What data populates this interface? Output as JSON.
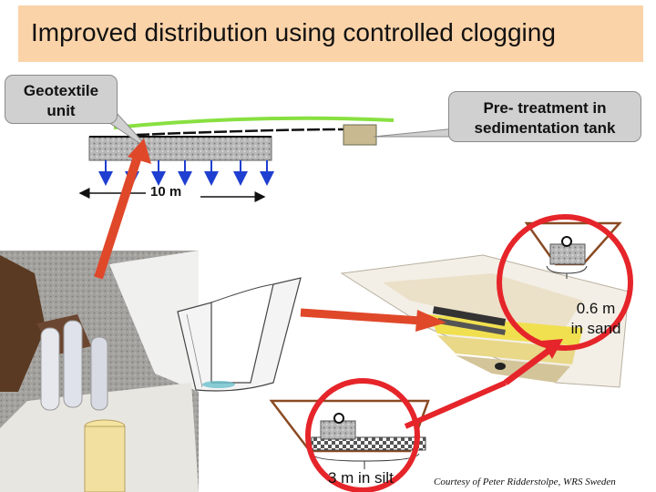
{
  "title": "Improved distribution using controlled clogging",
  "callouts": {
    "geotextile": [
      "Geotextile",
      "unit"
    ],
    "pretreatment": [
      "Pre- treatment in",
      "sedimentation tank"
    ]
  },
  "labels": {
    "distance": "10 m",
    "sand": [
      "0.6 m",
      "in sand"
    ],
    "silt": "3 m in silt"
  },
  "credit": "Courtesy of Peter Ridderstolpe, WRS Sweden",
  "colors": {
    "title_bg": "#fbd3a8",
    "callout_bg": "#d0d0d0",
    "arrow_red": "#e0482a",
    "circle_red": "#e5252a",
    "flow_blue": "#1e3fd0",
    "grass_green": "#88e040",
    "trench_brown": "#8a4a22"
  }
}
